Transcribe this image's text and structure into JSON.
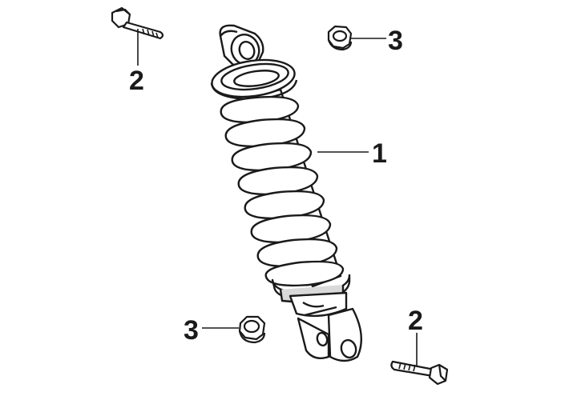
{
  "diagram": {
    "callouts": {
      "shock_absorber": "1",
      "bolt_top": "2",
      "bolt_bottom": "2",
      "nut_top": "3",
      "nut_bottom": "3"
    },
    "colors": {
      "ink": "#1a1a1a",
      "fill": "#ffffff",
      "shade": "#d9d9d9"
    }
  }
}
